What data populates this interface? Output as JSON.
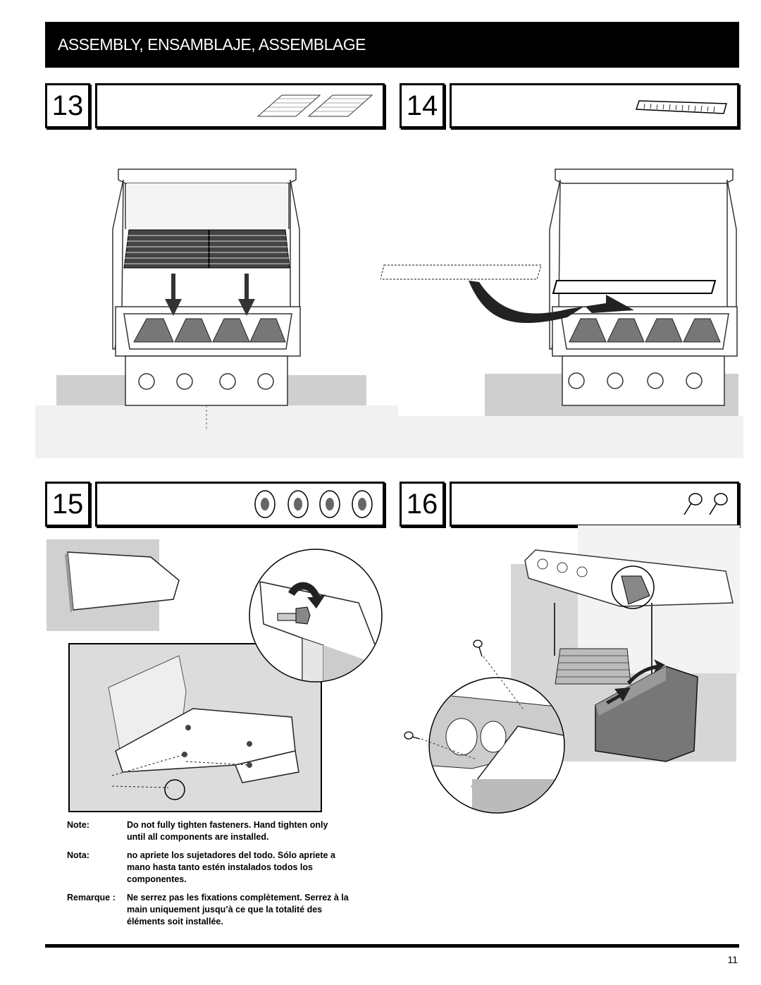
{
  "header": {
    "title": "ASSEMBLY, ENSAMBLAJE, ASSEMBLAGE"
  },
  "steps": [
    {
      "number": "13",
      "part_icon": "cooking-grates-icon"
    },
    {
      "number": "14",
      "part_icon": "warming-rack-icon"
    },
    {
      "number": "15",
      "part_icon": "flange-nuts-icon"
    },
    {
      "number": "16",
      "part_icon": "screws-icon"
    }
  ],
  "notes": [
    {
      "label": "Note:",
      "text": "Do not fully tighten fasteners. Hand tighten only until all components are installed."
    },
    {
      "label": "Nota:",
      "text": "no apriete los sujetadores del todo. Sólo apriete a mano hasta tanto estén instalados todos los componentes."
    },
    {
      "label": "Remarque :",
      "text": "Ne serrez pas les fixations complètement. Serrez à la main uniquement jusqu’à ce que la totalité des éléments soit installée."
    }
  ],
  "footer": {
    "page_number": "11"
  },
  "colors": {
    "header_bg": "#000000",
    "header_text": "#ffffff",
    "shade": "#d6d6d6"
  }
}
